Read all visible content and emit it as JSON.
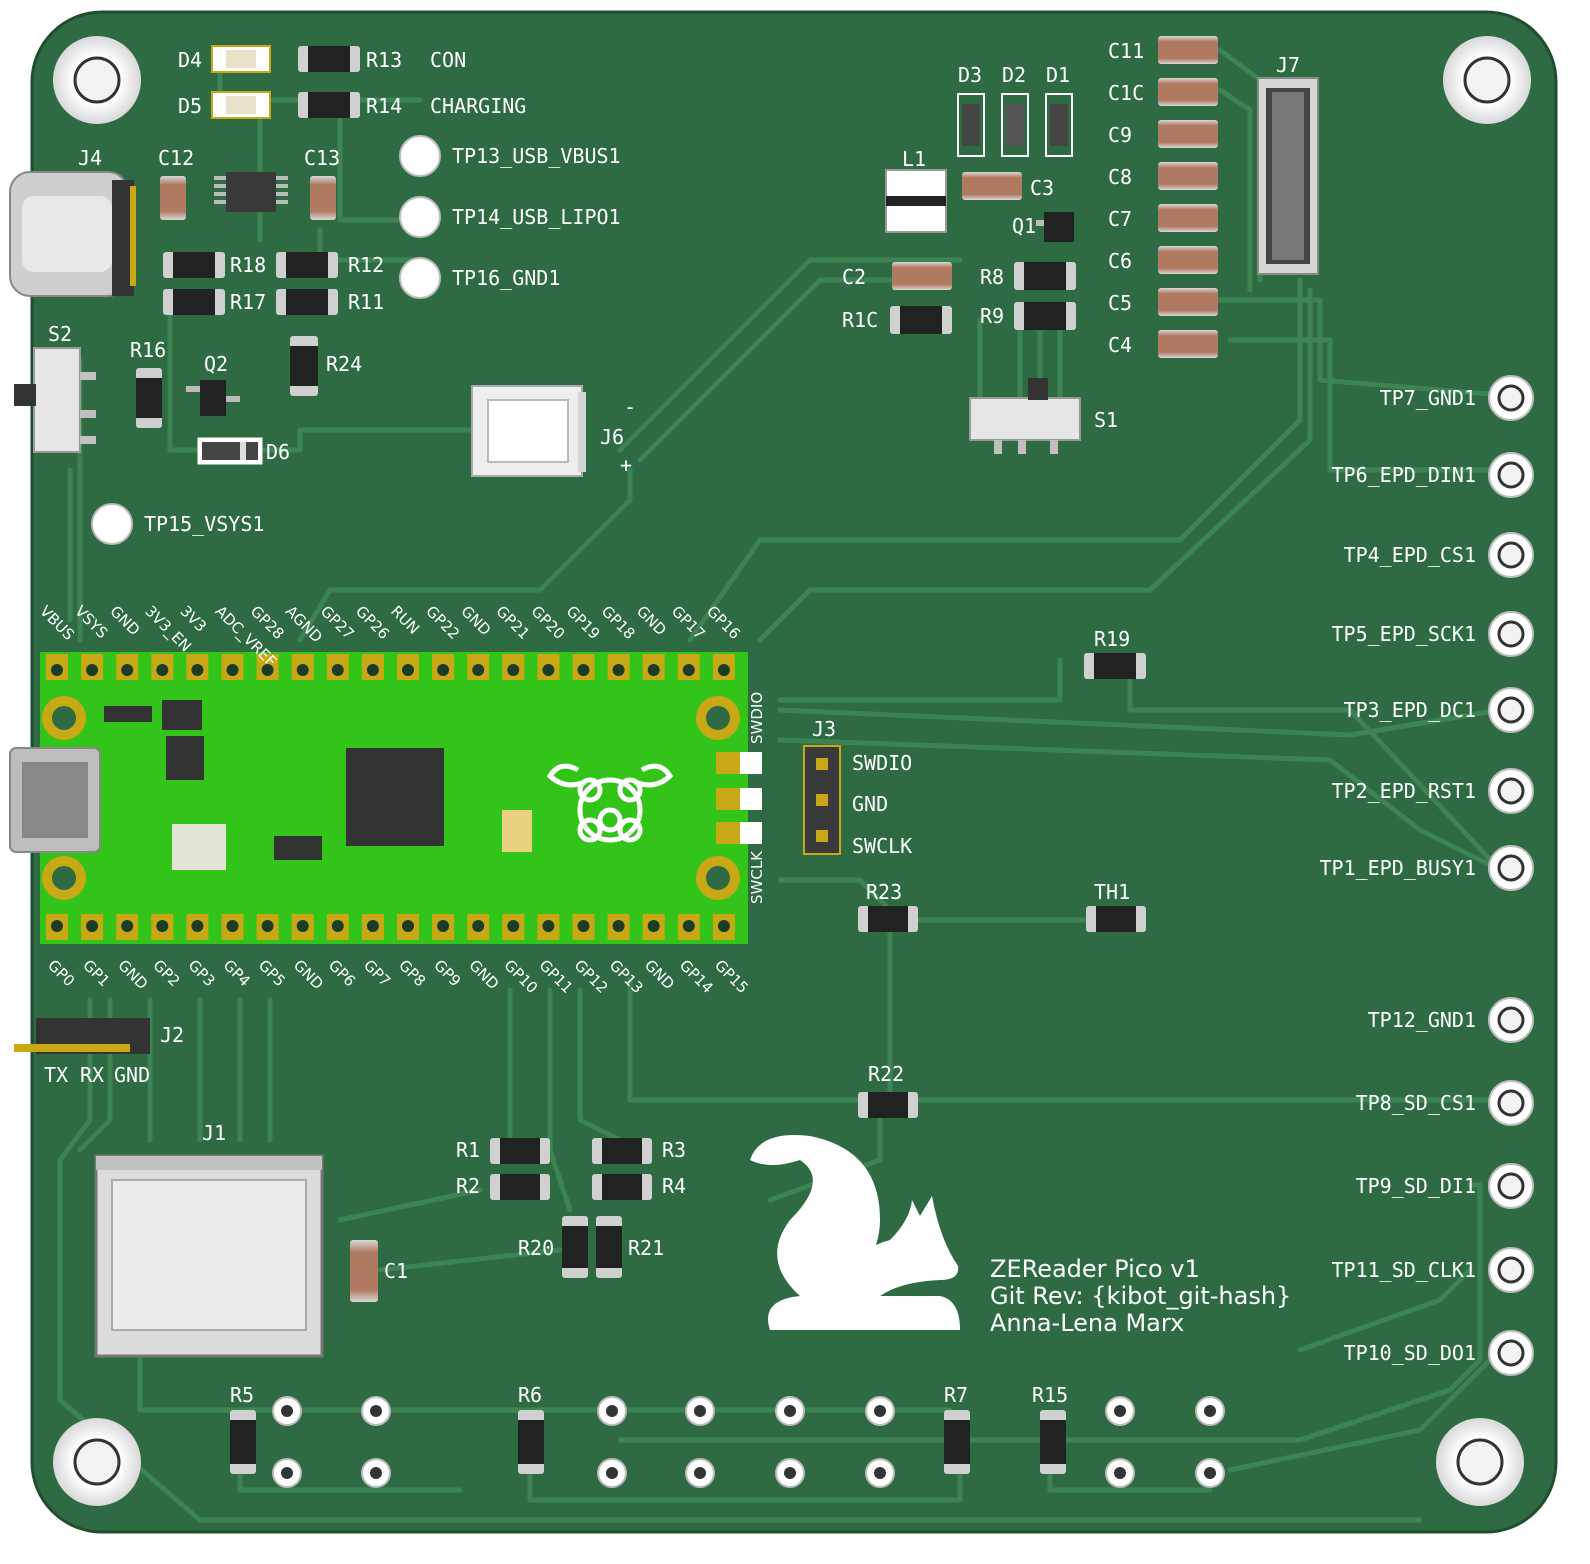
{
  "board": {
    "colors": {
      "pcb": "#2e6b43",
      "trace": "#3a7c50",
      "silk": "#ffffff",
      "pico": "#33c41a",
      "gold": "#c8a815"
    }
  },
  "refs": {
    "D4": "D4",
    "D5": "D5",
    "R13": "R13",
    "R14": "R14",
    "J4": "J4",
    "C12": "C12",
    "C13": "C13",
    "R18": "R18",
    "R12": "R12",
    "R17": "R17",
    "R11": "R11",
    "S2": "S2",
    "R16": "R16",
    "Q2": "Q2",
    "R24": "R24",
    "D6": "D6",
    "J6": "J6",
    "D3": "D3",
    "D2": "D2",
    "D1": "D1",
    "L1": "L1",
    "C3": "C3",
    "Q1": "Q1",
    "C2": "C2",
    "R8": "R8",
    "R10": "R1C",
    "R9": "R9",
    "S1": "S1",
    "C11": "C11",
    "C10": "C1C",
    "C9": "C9",
    "C8": "C8",
    "C7": "C7",
    "C6": "C6",
    "C5": "C5",
    "C4": "C4",
    "J7": "J7",
    "R19": "R19",
    "J3": "J3",
    "R23": "R23",
    "TH1": "TH1",
    "R22": "R22",
    "J2": "J2",
    "J1": "J1",
    "C1": "C1",
    "R1": "R1",
    "R2": "R2",
    "R3": "R3",
    "R4": "R4",
    "R20": "R20",
    "R21": "R21",
    "R5": "R5",
    "R6": "R6",
    "R7": "R7",
    "R15": "R15"
  },
  "labels": {
    "con": "CON",
    "charging": "CHARGING",
    "j6_minus": "-",
    "j6_plus": "+",
    "j3_swdio": "SWDIO",
    "j3_gnd": "GND",
    "j3_swclk": "SWCLK",
    "j2_tx": "TX",
    "j2_rx": "RX",
    "j2_gnd": "GND",
    "pico_swdio": "SWDIO",
    "pico_swclk": "SWCLK"
  },
  "testpoints_left": {
    "tp13": "TP13_USB_VBUS1",
    "tp14": "TP14_USB_LIPO1",
    "tp16": "TP16_GND1",
    "tp15": "TP15_VSYS1"
  },
  "testpoints_right": [
    "TP7_GND1",
    "TP6_EPD_DIN1",
    "TP4_EPD_CS1",
    "TP5_EPD_SCK1",
    "TP3_EPD_DC1",
    "TP2_EPD_RST1",
    "TP1_EPD_BUSY1",
    "TP12_GND1",
    "TP8_SD_CS1",
    "TP9_SD_DI1",
    "TP11_SD_CLK1",
    "TP10_SD_DO1"
  ],
  "pico_top_pins": [
    "VBUS",
    "VSYS",
    "GND",
    "3V3_EN",
    "3V3",
    "ADC_VREF",
    "GP28",
    "AGND",
    "GP27",
    "GP26",
    "RUN",
    "GP22",
    "GND",
    "GP21",
    "GP20",
    "GP19",
    "GP18",
    "GND",
    "GP17",
    "GP16"
  ],
  "pico_bottom_pins": [
    "GP0",
    "GP1",
    "GND",
    "GP2",
    "GP3",
    "GP4",
    "GP5",
    "GND",
    "GP6",
    "GP7",
    "GP8",
    "GP9",
    "GND",
    "GP10",
    "GP11",
    "GP12",
    "GP13",
    "GND",
    "GP14",
    "GP15"
  ],
  "logo": {
    "line1": "ZEReader Pico v1",
    "line2": "Git Rev: {kibot_git-hash}",
    "line3": "Anna-Lena Marx"
  }
}
